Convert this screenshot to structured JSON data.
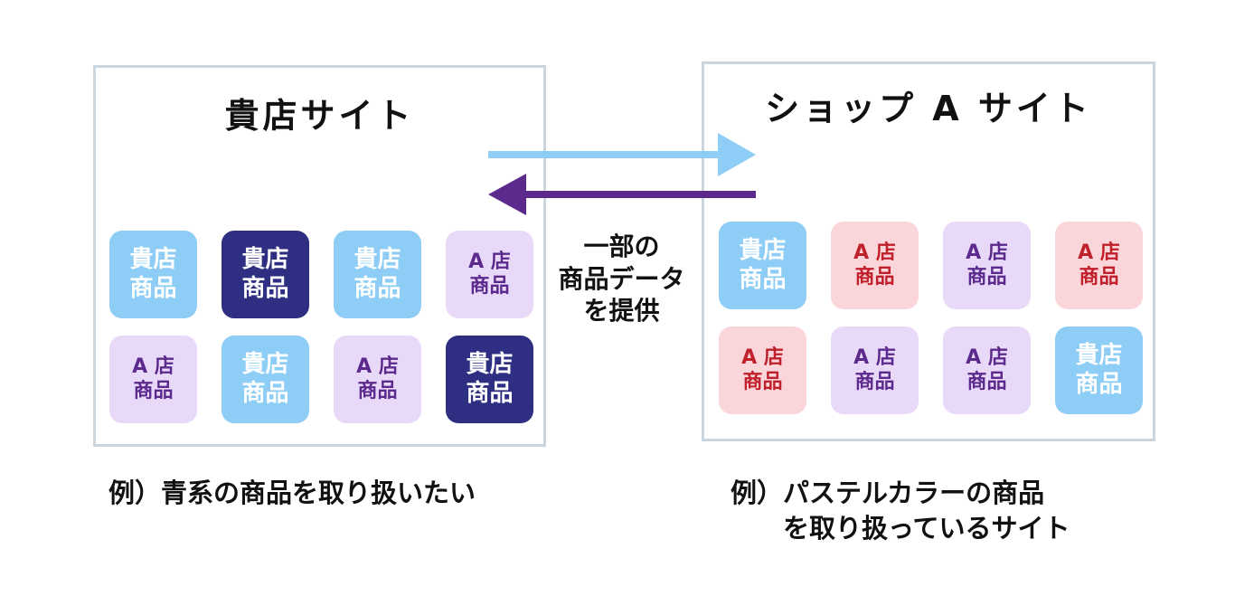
{
  "left_site": {
    "title": "貴店サイト"
  },
  "right_site": {
    "title": "ショップ A サイト"
  },
  "center_label": {
    "line1": "一部の",
    "line2": "商品データ",
    "line3": "を提供"
  },
  "captions": {
    "left": "例）青系の商品を取り扱いたい",
    "right_line1": "例）パステルカラーの商品",
    "right_line2": "を取り扱っているサイト"
  },
  "tile_labels": {
    "own": {
      "line1": "貴店",
      "line2": "商品"
    },
    "shopa": {
      "line1": "A 店",
      "line2": "商品"
    }
  },
  "left_tiles": [
    {
      "kind": "own",
      "style": "light-blue"
    },
    {
      "kind": "own",
      "style": "navy"
    },
    {
      "kind": "own",
      "style": "light-blue"
    },
    {
      "kind": "shopa",
      "style": "lavender"
    },
    {
      "kind": "shopa",
      "style": "lavender"
    },
    {
      "kind": "own",
      "style": "light-blue"
    },
    {
      "kind": "shopa",
      "style": "lavender"
    },
    {
      "kind": "own",
      "style": "navy"
    }
  ],
  "right_tiles": [
    {
      "kind": "own",
      "style": "light-blue"
    },
    {
      "kind": "shopa",
      "style": "pink"
    },
    {
      "kind": "shopa",
      "style": "lavender"
    },
    {
      "kind": "shopa",
      "style": "pink"
    },
    {
      "kind": "shopa",
      "style": "pink"
    },
    {
      "kind": "shopa",
      "style": "lavender"
    },
    {
      "kind": "shopa",
      "style": "lavender"
    },
    {
      "kind": "own",
      "style": "light-blue"
    }
  ],
  "tile_styles": {
    "light-blue": {
      "bg": "#8ecdf6",
      "fg": "#ffffff"
    },
    "navy": {
      "bg": "#2e2f82",
      "fg": "#ffffff"
    },
    "lavender": {
      "bg": "#e9d9f9",
      "fg": "#5b2a8c"
    },
    "pink": {
      "bg": "#fad5d9",
      "fg": "#c0202c"
    }
  },
  "arrows": {
    "to_shop_a": {
      "direction": "right",
      "color": "#8ecdf6"
    },
    "to_own_site": {
      "direction": "left",
      "color": "#5b2a8c"
    }
  }
}
